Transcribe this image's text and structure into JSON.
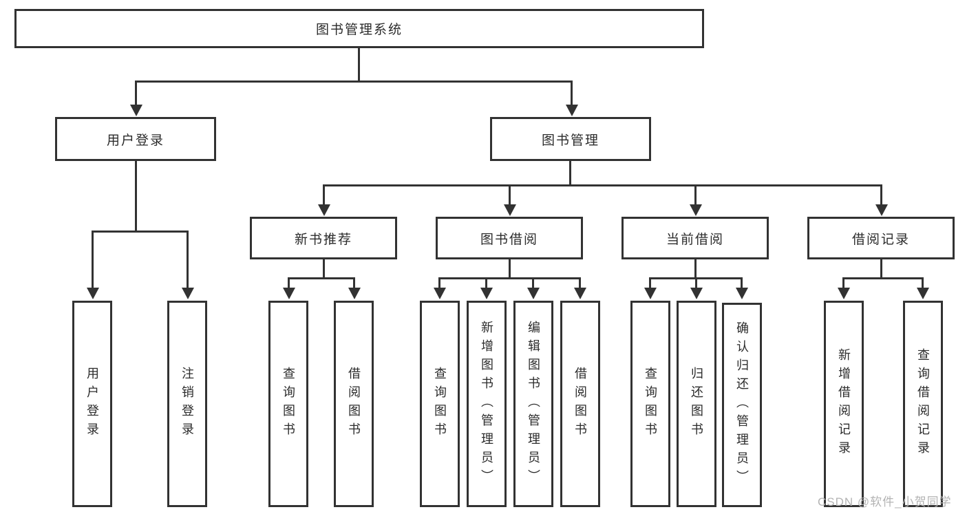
{
  "diagram_title": "图书管理系统",
  "tree": {
    "root": {
      "label": "图书管理系统"
    },
    "branches": [
      {
        "label": "用户登录",
        "children": [
          {
            "label": "用户登录"
          },
          {
            "label": "注销登录"
          }
        ]
      },
      {
        "label": "图书管理",
        "children": [
          {
            "label": "新书推荐",
            "children": [
              {
                "label": "查询图书"
              },
              {
                "label": "借阅图书"
              }
            ]
          },
          {
            "label": "图书借阅",
            "children": [
              {
                "label": "查询图书"
              },
              {
                "label": "新增图书（管理员）"
              },
              {
                "label": "编辑图书（管理员）"
              },
              {
                "label": "借阅图书"
              }
            ]
          },
          {
            "label": "当前借阅",
            "children": [
              {
                "label": "查询图书"
              },
              {
                "label": "归还图书"
              },
              {
                "label": "确认归还（管理员）"
              }
            ]
          },
          {
            "label": "借阅记录",
            "children": [
              {
                "label": "新增借阅记录"
              },
              {
                "label": "查询借阅记录"
              }
            ]
          }
        ]
      }
    ]
  },
  "watermark": "CSDN @软件_小贺同学",
  "colors": {
    "line": "#323232",
    "text": "#2b2b2b",
    "watermark": "#b3b3b3",
    "background": "#ffffff"
  }
}
